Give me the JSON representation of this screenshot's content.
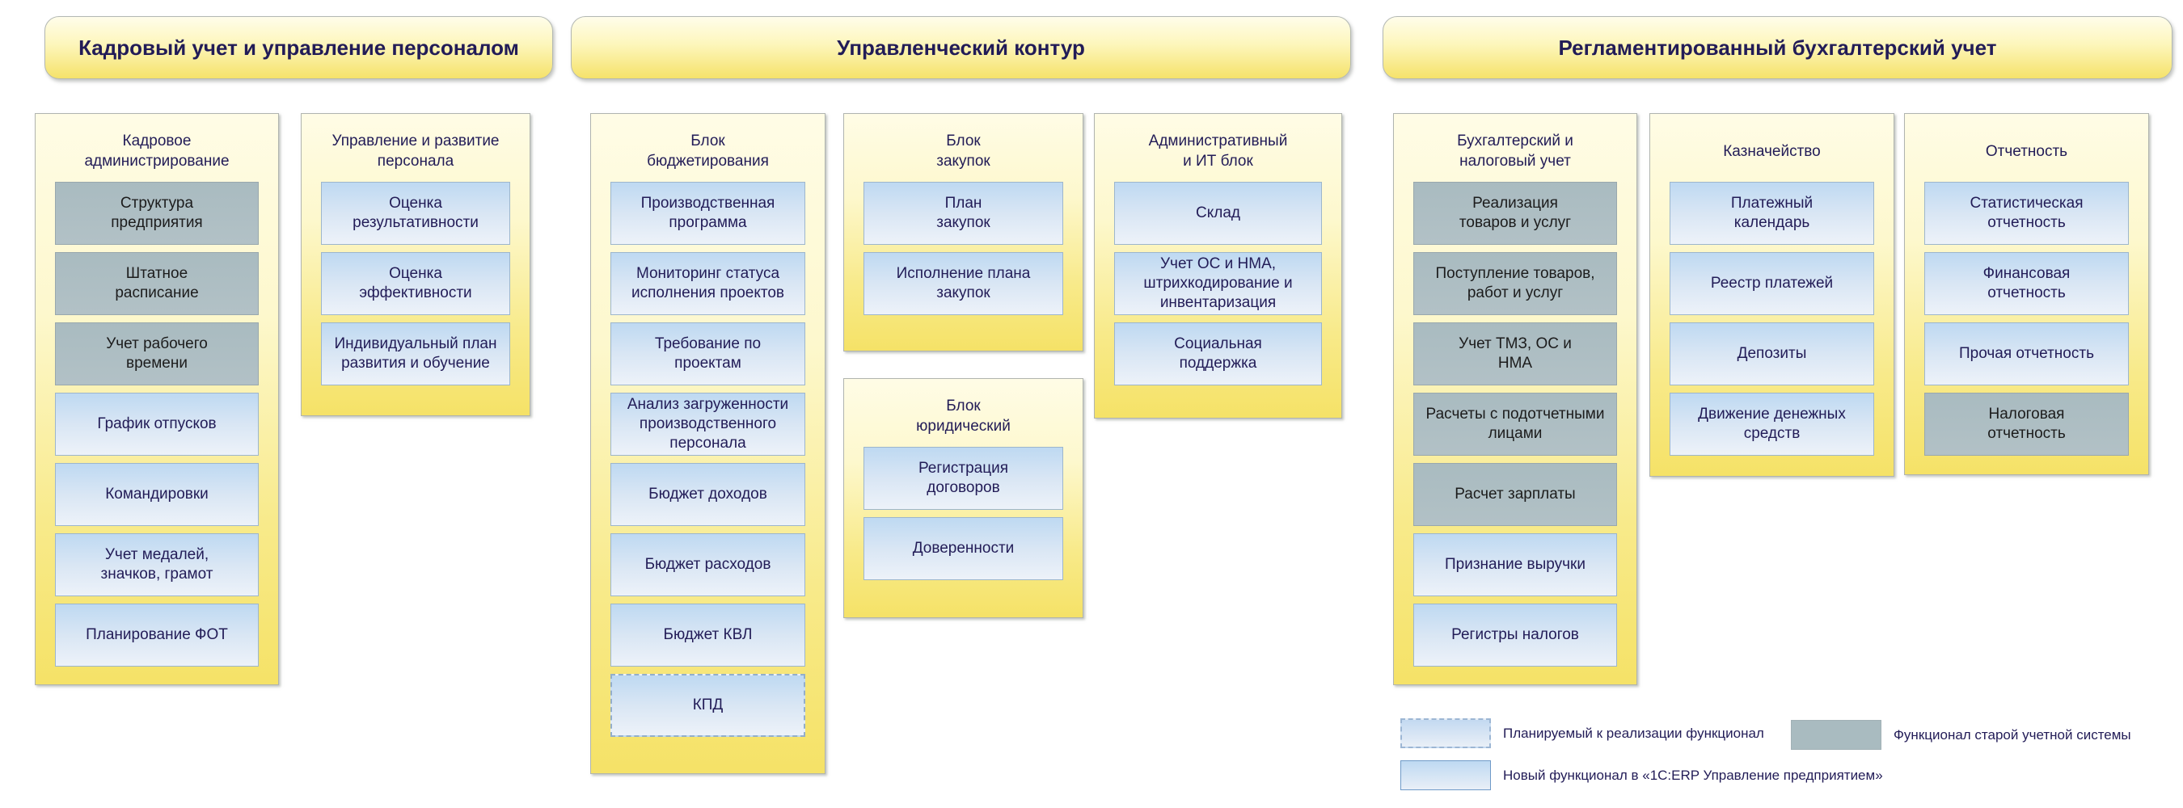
{
  "sections": [
    {
      "id": "hr",
      "title": "Кадровый учет и управление персоналом",
      "columns": [
        {
          "title": "Кадровое\nадминистрирование",
          "items": [
            {
              "label": "Структура\nпредприятия",
              "type": "old"
            },
            {
              "label": "Штатное\nрасписание",
              "type": "old"
            },
            {
              "label": "Учет рабочего\nвремени",
              "type": "old"
            },
            {
              "label": "График отпусков",
              "type": "new"
            },
            {
              "label": "Командировки",
              "type": "new"
            },
            {
              "label": "Учет медалей,\nзначков, грамот",
              "type": "new"
            },
            {
              "label": "Планирование ФОТ",
              "type": "new"
            }
          ]
        },
        {
          "title": "Управление и развитие\nперсонала",
          "items": [
            {
              "label": "Оценка\nрезультативности",
              "type": "new"
            },
            {
              "label": "Оценка\nэффективности",
              "type": "new"
            },
            {
              "label": "Индивидуальный план\nразвития и обучение",
              "type": "new"
            }
          ]
        }
      ]
    },
    {
      "id": "management",
      "title": "Управленческий контур",
      "columns": [
        {
          "title": "Блок\nбюджетирования",
          "items": [
            {
              "label": "Производственная\nпрограмма",
              "type": "new"
            },
            {
              "label": "Мониторинг статуса\nисполнения проектов",
              "type": "new"
            },
            {
              "label": "Требование по\nпроектам",
              "type": "new"
            },
            {
              "label": "Анализ загруженности\nпроизводственного\nперсонала",
              "type": "new"
            },
            {
              "label": "Бюджет доходов",
              "type": "new"
            },
            {
              "label": "Бюджет расходов",
              "type": "new"
            },
            {
              "label": "Бюджет КВЛ",
              "type": "new"
            },
            {
              "label": "КПД",
              "type": "planned"
            }
          ]
        },
        {
          "title": "Блок\nзакупок",
          "items": [
            {
              "label": "План\nзакупок",
              "type": "new"
            },
            {
              "label": "Исполнение плана\nзакупок",
              "type": "new"
            }
          ]
        },
        {
          "title": "Блок\nюридический",
          "items": [
            {
              "label": "Регистрация\nдоговоров",
              "type": "new"
            },
            {
              "label": "Доверенности",
              "type": "new"
            }
          ]
        },
        {
          "title": "Административный\nи ИТ блок",
          "items": [
            {
              "label": "Склад",
              "type": "new"
            },
            {
              "label": "Учет ОС и НМА,\nштрихкодирование и\nинвентаризация",
              "type": "new"
            },
            {
              "label": "Социальная\nподдержка",
              "type": "new"
            }
          ]
        }
      ]
    },
    {
      "id": "accounting",
      "title": "Регламентированный бухгалтерский учет",
      "columns": [
        {
          "title": "Бухгалтерский и\nналоговый учет",
          "items": [
            {
              "label": "Реализация\nтоваров и услуг",
              "type": "old"
            },
            {
              "label": "Поступление товаров,\nработ и услуг",
              "type": "old"
            },
            {
              "label": "Учет ТМЗ, ОС и\nНМА",
              "type": "old"
            },
            {
              "label": "Расчеты с подотчетными\nлицами",
              "type": "old"
            },
            {
              "label": "Расчет зарплаты",
              "type": "old"
            },
            {
              "label": "Признание выручки",
              "type": "new"
            },
            {
              "label": "Регистры налогов",
              "type": "new"
            }
          ]
        },
        {
          "title": "Казначейство",
          "items": [
            {
              "label": "Платежный\nкалендарь",
              "type": "new"
            },
            {
              "label": "Реестр платежей",
              "type": "new"
            },
            {
              "label": "Депозиты",
              "type": "new"
            },
            {
              "label": "Движение денежных\nсредств",
              "type": "new"
            }
          ]
        },
        {
          "title": "Отчетность",
          "items": [
            {
              "label": "Статистическая\nотчетность",
              "type": "new"
            },
            {
              "label": "Финансовая\nотчетность",
              "type": "new"
            },
            {
              "label": "Прочая отчетность",
              "type": "new"
            },
            {
              "label": "Налоговая\nотчетность",
              "type": "old"
            }
          ]
        }
      ]
    }
  ],
  "legend": {
    "planned": "Планируемый к реализации функционал",
    "old": "Функционал старой учетной системы",
    "new": "Новый функционал в «1С:ERP Управление предприятием»"
  },
  "colors": {
    "panel_yellow": "#F5E267",
    "panel_cream": "#FFFCE6",
    "new_blue_top": "#BED9F2",
    "new_blue_bottom": "#EDF2F9",
    "old_gray": "#A9BBC0",
    "text_navy": "#221C57"
  }
}
